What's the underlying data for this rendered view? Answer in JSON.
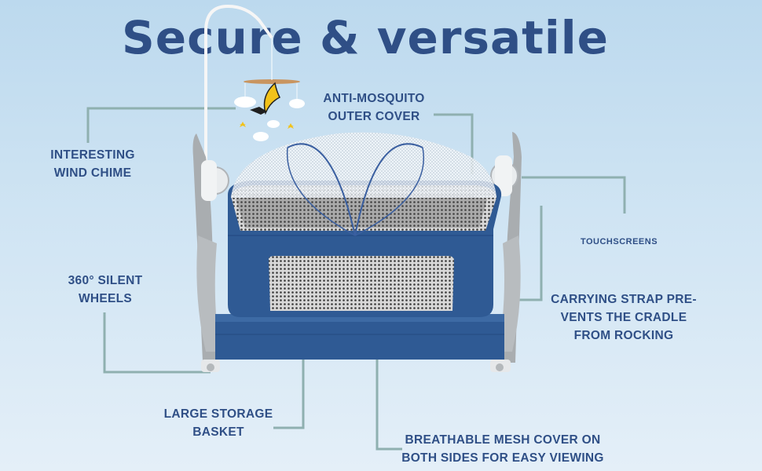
{
  "title": "Secure & versatile",
  "callouts": {
    "mosquito_cover": [
      "ANTI-MOSQUITO",
      "OUTER COVER"
    ],
    "wind_chime": [
      "INTERESTING",
      "WIND CHIME"
    ],
    "touchscreens": [
      "TOUCHSCREENS"
    ],
    "wheels": [
      "360° SILENT",
      "WHEELS"
    ],
    "carrying_strap": [
      "CARRYING STRAP PRE-",
      "VENTS THE CRADLE",
      "FROM ROCKING"
    ],
    "storage_basket": [
      "LARGE STORAGE",
      "BASKET"
    ],
    "mesh_cover": [
      "BREATHABLE MESH COVER ON",
      "BOTH SIDES FOR EASY VIEWING"
    ]
  },
  "colors": {
    "title": "#2f4f86",
    "leader_line": "#8fb0b0",
    "cradle_blue": "#2f5a94",
    "frame_gray": "#a9adb0"
  }
}
